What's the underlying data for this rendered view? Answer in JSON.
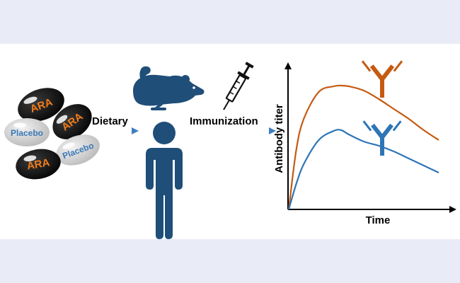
{
  "capsules": [
    {
      "label": "ARA",
      "kind": "ara"
    },
    {
      "label": "ARA",
      "kind": "ara"
    },
    {
      "label": "Placebo",
      "kind": "placebo"
    },
    {
      "label": "Placebo",
      "kind": "placebo"
    },
    {
      "label": "ARA",
      "kind": "ara"
    }
  ],
  "arrows": {
    "dietary": "Dietary",
    "immunization": "Immunization"
  },
  "colors": {
    "ara_text": "#f07c1b",
    "placebo_text": "#3a78b6",
    "figure_blue": "#1f4e79",
    "high_curve": "#c55a11",
    "low_curve": "#2e75b6",
    "background_band": "#e9ecf7"
  },
  "icons": [
    "mouse-icon",
    "syringe-icon",
    "person-icon",
    "antibody-icon"
  ],
  "chart_data": {
    "type": "line",
    "title": "",
    "xlabel": "Time",
    "ylabel": "Antibody titer",
    "xlim": [
      0,
      100
    ],
    "ylim": [
      0,
      100
    ],
    "grid": false,
    "series": [
      {
        "color": "#c55a11",
        "x": [
          0,
          5,
          10,
          20,
          30,
          35,
          40,
          50,
          60,
          70,
          80,
          90,
          100
        ],
        "y": [
          0,
          42,
          64,
          83,
          87,
          87.5,
          87,
          84,
          78,
          71,
          64,
          56,
          49
        ]
      },
      {
        "color": "#2e75b6",
        "x": [
          0,
          5,
          10,
          20,
          30,
          35,
          40,
          50,
          60,
          70,
          80,
          90,
          100
        ],
        "y": [
          0,
          18,
          32,
          49,
          55.5,
          56,
          53,
          48,
          45,
          41,
          36,
          31,
          26
        ]
      }
    ]
  }
}
